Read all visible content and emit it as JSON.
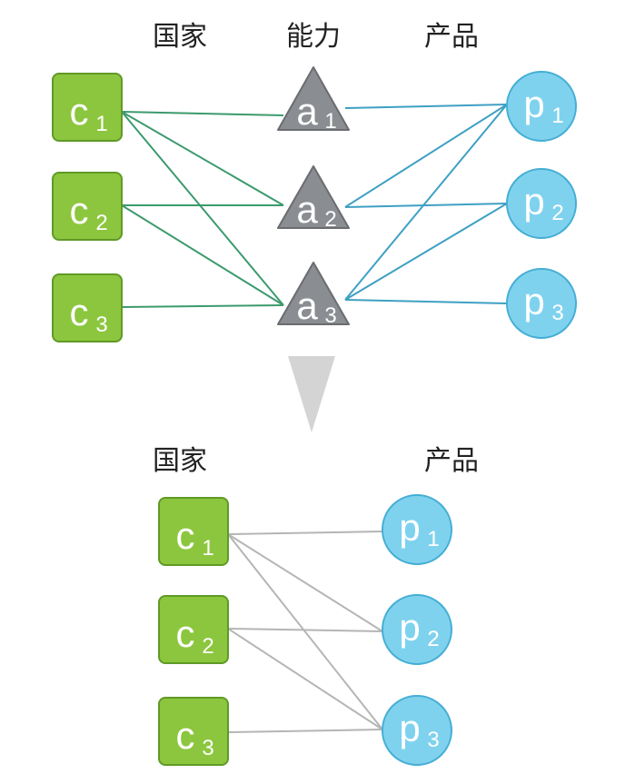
{
  "top": {
    "headers": {
      "countries": "国家",
      "capabilities": "能力",
      "products": "产品"
    },
    "countries": [
      {
        "letter": "c",
        "index": "1"
      },
      {
        "letter": "c",
        "index": "2"
      },
      {
        "letter": "c",
        "index": "3"
      }
    ],
    "capabilities": [
      {
        "letter": "a",
        "index": "1"
      },
      {
        "letter": "a",
        "index": "2"
      },
      {
        "letter": "a",
        "index": "3"
      }
    ],
    "products": [
      {
        "letter": "p",
        "index": "1"
      },
      {
        "letter": "p",
        "index": "2"
      },
      {
        "letter": "p",
        "index": "3"
      }
    ],
    "country_capability_links": [
      [
        1,
        1
      ],
      [
        1,
        2
      ],
      [
        1,
        3
      ],
      [
        2,
        2
      ],
      [
        2,
        3
      ],
      [
        3,
        3
      ]
    ],
    "capability_product_links": [
      [
        1,
        1
      ],
      [
        2,
        1
      ],
      [
        2,
        2
      ],
      [
        3,
        1
      ],
      [
        3,
        2
      ],
      [
        3,
        3
      ]
    ]
  },
  "bottom": {
    "headers": {
      "countries": "国家",
      "products": "产品"
    },
    "countries": [
      {
        "letter": "c",
        "index": "1"
      },
      {
        "letter": "c",
        "index": "2"
      },
      {
        "letter": "c",
        "index": "3"
      }
    ],
    "products": [
      {
        "letter": "p",
        "index": "1"
      },
      {
        "letter": "p",
        "index": "2"
      },
      {
        "letter": "p",
        "index": "3"
      }
    ],
    "country_product_links": [
      [
        1,
        1
      ],
      [
        1,
        2
      ],
      [
        1,
        3
      ],
      [
        2,
        2
      ],
      [
        2,
        3
      ],
      [
        3,
        3
      ]
    ]
  },
  "colors": {
    "country_fill": "#8cc63e",
    "country_stroke": "#5f9a26",
    "capability_fill": "#8a8d91",
    "capability_stroke": "#6a6c70",
    "product_fill": "#7fd2ee",
    "product_stroke": "#45aed4",
    "country_capability_edge": "#3c9a6e",
    "capability_product_edge": "#3fa0c4",
    "projected_edge": "#b5b5b5",
    "arrow": "#d4d4d4"
  }
}
